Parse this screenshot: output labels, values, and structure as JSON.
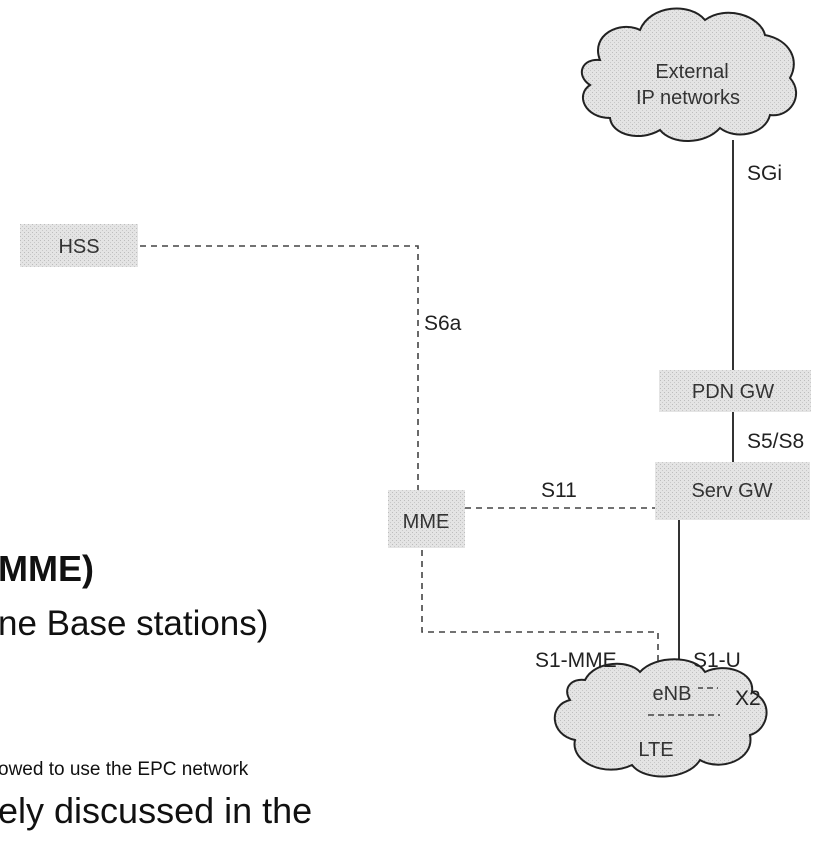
{
  "nodes": {
    "hss": "HSS",
    "mme": "MME",
    "pdn_gw": "PDN GW",
    "serv_gw": "Serv GW",
    "enb": "eNB",
    "external_line1": "External",
    "external_line2": "IP networks",
    "lte": "LTE"
  },
  "interfaces": {
    "sgi": "SGi",
    "s6a": "S6a",
    "s5s8": "S5/S8",
    "s11": "S11",
    "s1mme": "S1-MME",
    "s1u": "S1-U",
    "x2": "X2"
  },
  "slide_text": {
    "mme_heading": "MME)",
    "base_stations": "ne Base stations)",
    "allowed": "owed to use the EPC network",
    "discussed": "ely discussed in the"
  },
  "colors": {
    "box_fill": "#dddddd",
    "line": "#333333"
  }
}
